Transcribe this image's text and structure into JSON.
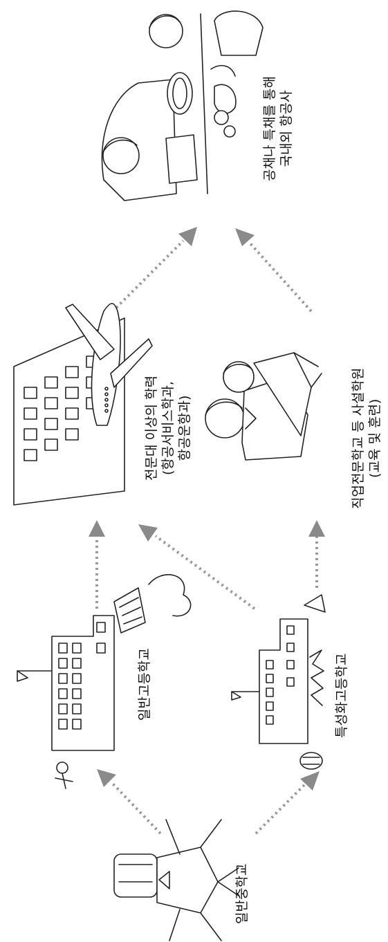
{
  "nodes": {
    "middle_school": "일반중학교",
    "general_high": "일반고등학교",
    "specialized_high": "특성화고등학교",
    "college_line1": "전문대 이상의 학력",
    "college_line2": "(항공서비스학과,",
    "college_line3": "항공운항과)",
    "vocational_line1": "직업전문학교 등 사설학원",
    "vocational_line2": "(교육 및 훈련)",
    "airline_line1": "공채나 특채를 통해",
    "airline_line2": "국내외 항공사"
  },
  "edges": [
    {
      "from": "middle_school",
      "to": "general_high"
    },
    {
      "from": "middle_school",
      "to": "specialized_high"
    },
    {
      "from": "general_high",
      "to": "college"
    },
    {
      "from": "specialized_high",
      "to": "college"
    },
    {
      "from": "specialized_high",
      "to": "vocational"
    },
    {
      "from": "college",
      "to": "airline"
    },
    {
      "from": "vocational",
      "to": "airline"
    }
  ],
  "colors": {
    "arrow": "#9a9a9a",
    "ink": "#222222"
  }
}
